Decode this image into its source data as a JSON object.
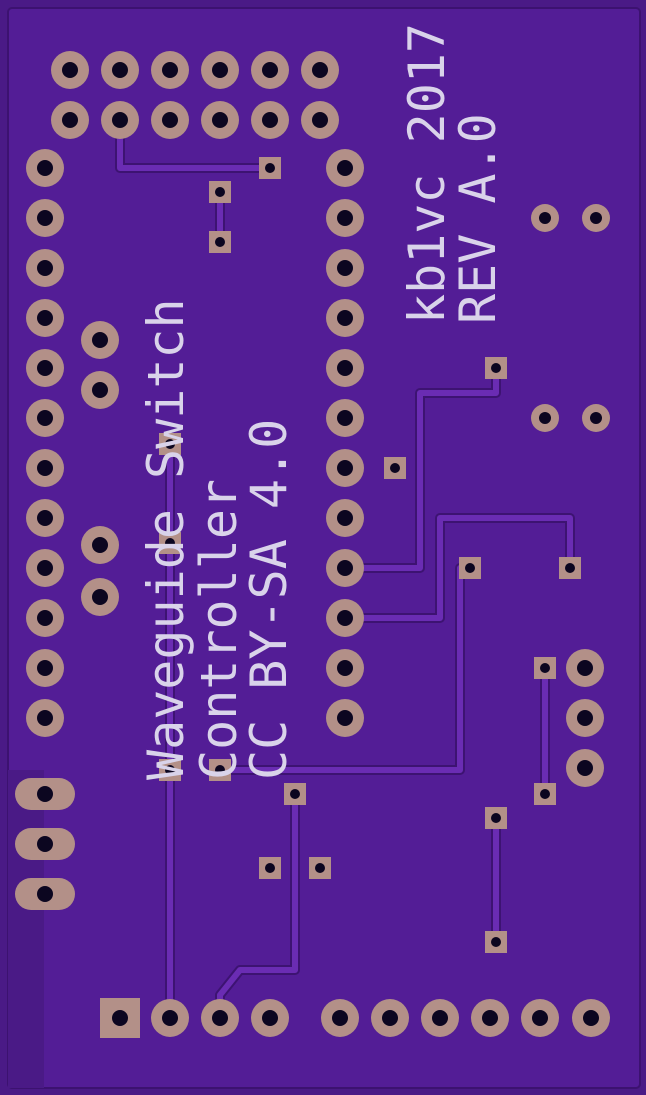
{
  "board": {
    "colors": {
      "substrate": "#4a1a86",
      "solder_mask": "#561e9a",
      "copper_pad": "#b39088",
      "trace": "#6a2cb3",
      "trace_edge": "#3d1372",
      "drill": "#0c0620",
      "silkscreen": "#d9d3ea"
    },
    "silkscreen": {
      "title_line_1": "Waveguide Switch",
      "title_line_2": "Controller",
      "license_line": "CC BY-SA 4.0",
      "author_line": "kb1vc 2017",
      "revision_line": "REV A.0"
    }
  }
}
